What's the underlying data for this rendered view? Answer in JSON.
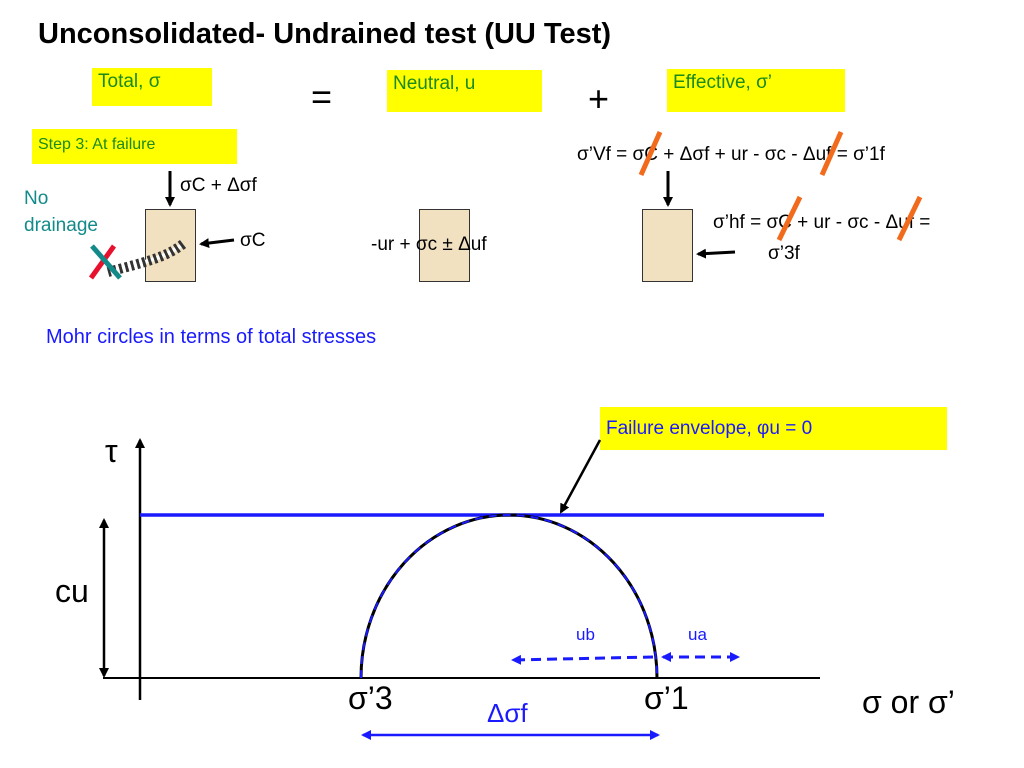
{
  "title": "Unconsolidated- Undrained test (UU Test)",
  "boxes": {
    "total": "Total, σ",
    "neutral": "Neutral, u",
    "effective": "Effective, σ’",
    "step": "Step 3: At failure",
    "envelope": "Failure envelope, φu = 0"
  },
  "operators": {
    "equals": "=",
    "plus": "+"
  },
  "total_col": {
    "top_stress": "σC + Δσf",
    "side_stress": "σC",
    "no_drainage": [
      "No",
      "drainage"
    ]
  },
  "neutral_col": {
    "expr": "-ur + σc ± Δuf"
  },
  "effective_col": {
    "vertical": "σ’Vf = σC + Δσf + ur - σc - Δuf = σ’1f",
    "horizontal_1": "σ’hf = σC + ur - σc - Δuf =",
    "horizontal_2": "σ’3f"
  },
  "mohr_caption": "Mohr circles in terms of total stresses",
  "plot": {
    "tau": "τ",
    "cu": "cu",
    "ub": "ub",
    "ua": "ua",
    "s3": "σ’3",
    "s1": "σ’1",
    "dsf": "Δσf",
    "xaxis": "σ or σ’"
  },
  "colors": {
    "yellow": "#ffff00",
    "green": "#1a8a1a",
    "blue": "#1a1aff",
    "orange": "#f26a1b",
    "teal": "#138a8a",
    "red": "#e8112d"
  }
}
